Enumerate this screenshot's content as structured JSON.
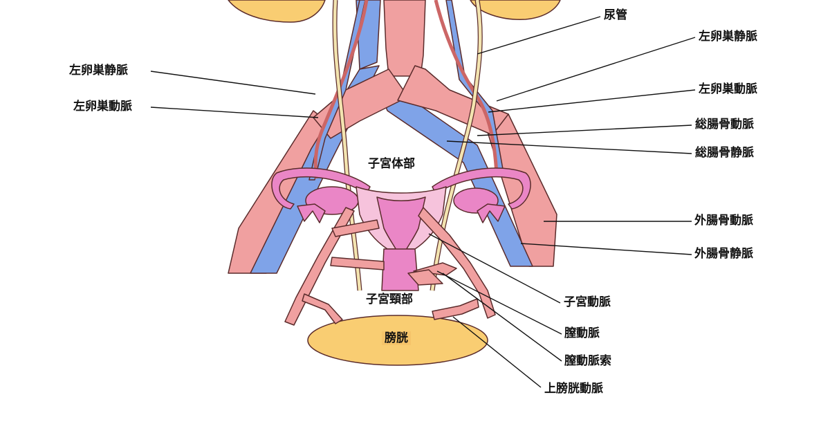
{
  "colors": {
    "artery": "#f0a0a0",
    "vein": "#7fa3e8",
    "ureter": "#f3e4b0",
    "organ_yellow": "#f9cd72",
    "uterus_light": "#f6c3dc",
    "uterus_dark": "#ea86c6",
    "outline": "#5a2b2b"
  },
  "labels": {
    "ureter": "尿管",
    "left_ovarian_vein_right": "左卵巣静脈",
    "left_ovarian_artery_right": "左卵巣動脈",
    "common_iliac_artery": "総腸骨動脈",
    "common_iliac_vein": "総腸骨静脈",
    "left_ovarian_vein_left": "左卵巣静脈",
    "left_ovarian_artery_left": "左卵巣動脈",
    "uterine_body": "子宮体部",
    "external_iliac_artery": "外腸骨動脈",
    "external_iliac_vein": "外腸骨静脈",
    "uterine_artery": "子宮動脈",
    "cervix": "子宮頸部",
    "vaginal_artery": "膣動脈",
    "bladder": "膀胱",
    "vaginal_artery_cord": "膣動脈索",
    "superior_vesical_artery": "上膀胱動脈"
  }
}
